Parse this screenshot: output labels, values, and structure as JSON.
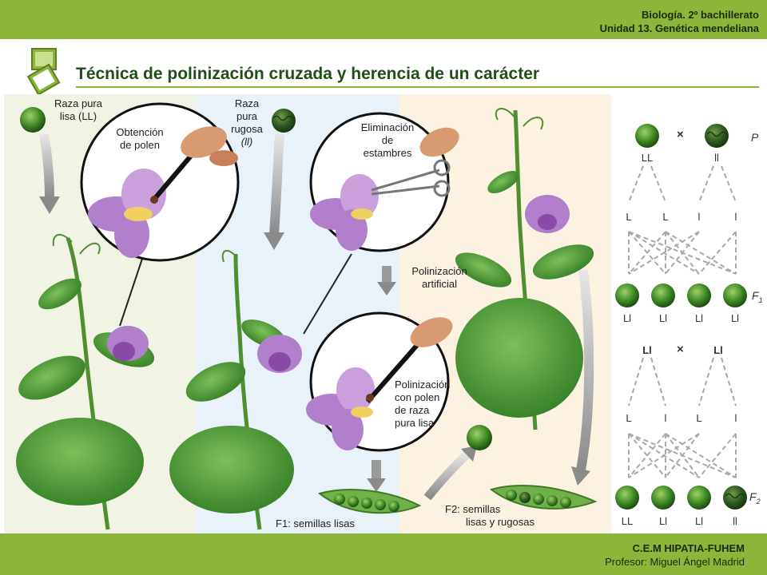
{
  "header": {
    "course_line1": "Biología. 2º bachillerato",
    "course_line2": "Unidad 13. Genética mendeliana"
  },
  "title": "Técnica de polinización cruzada y herencia de un carácter",
  "scene_labels": {
    "raza_lisa_l1": "Raza pura",
    "raza_lisa_l2": "lisa (LL)",
    "obtencion_l1": "Obtención",
    "obtencion_l2": "de polen",
    "raza_rugosa_l1": "Raza",
    "raza_rugosa_l2": "pura",
    "raza_rugosa_l3": "rugosa",
    "raza_rugosa_l4": "(ll)",
    "eliminacion_l1": "Eliminación",
    "eliminacion_l2": "de",
    "eliminacion_l3": "estambres",
    "polinizacion_art_l1": "Polinización",
    "polinizacion_art_l2": "artificial",
    "polinizacion_con_l1": "Polinización",
    "polinizacion_con_l2": "con polen",
    "polinizacion_con_l3": "de raza",
    "polinizacion_con_l4": "pura lisa",
    "f1_semillas": "F1: semillas lisas",
    "f2_semillas_l1": "F2: semillas",
    "f2_semillas_l2": "lisas y rugosas"
  },
  "cross_diagram": {
    "generation_P": "P",
    "generation_F1": "F1",
    "generation_F2": "F2",
    "cross_symbol": "×",
    "parents": [
      "LL",
      "ll"
    ],
    "gametes_P": [
      "L",
      "L",
      "l",
      "l"
    ],
    "f1_genotypes": [
      "Ll",
      "Ll",
      "Ll",
      "Ll"
    ],
    "f1_cross": [
      "Ll",
      "Ll"
    ],
    "gametes_F1": [
      "L",
      "l",
      "L",
      "l"
    ],
    "f2_genotypes": [
      "LL",
      "Ll",
      "Ll",
      "ll"
    ]
  },
  "footer": {
    "school": "C.E.M HIPATIA-FUHEM",
    "teacher": "Profesor: Miguel Ángel Madrid"
  },
  "colors": {
    "accent_green": "#8cb53a",
    "title_green": "#1f4e1a",
    "pea_green": "#3f8a25",
    "wrinkled_green": "#2f5a1f",
    "flower_purple": "#b27fcc",
    "arrow_gray": "#9a9a9a"
  }
}
